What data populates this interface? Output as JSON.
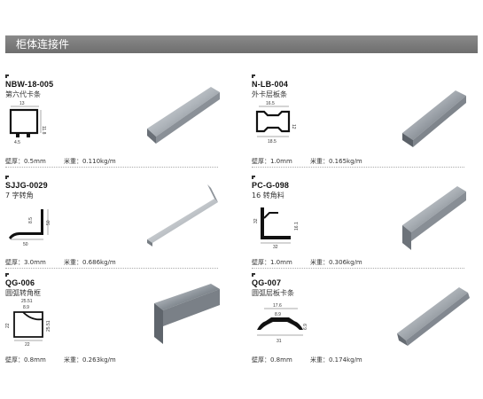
{
  "header": {
    "title": "柜体连接件"
  },
  "products": [
    {
      "code": "NBW-18-005",
      "name": "第六代卡条",
      "wall_label": "壁厚：",
      "wall_value": "0.5mm",
      "weight_label": "米重：",
      "weight_value": "0.110kg/m",
      "dims": [
        "13",
        "11.8",
        "4.5"
      ]
    },
    {
      "code": "N-LB-004",
      "name": "外卡层板条",
      "wall_label": "壁厚：",
      "wall_value": "1.0mm",
      "weight_label": "米重：",
      "weight_value": "0.165kg/m",
      "dims": [
        "16.5",
        "12",
        "18.5"
      ]
    },
    {
      "code": "SJJG-0029",
      "name": "7 字转角",
      "wall_label": "壁厚：",
      "wall_value": "3.0mm",
      "weight_label": "米重：",
      "weight_value": "0.686kg/m",
      "dims": [
        "8.5",
        "50",
        "50"
      ]
    },
    {
      "code": "PC-G-098",
      "name": "16 转角料",
      "wall_label": "壁厚：",
      "wall_value": "1.0mm",
      "weight_label": "米重：",
      "weight_value": "0.306kg/m",
      "dims": [
        "32",
        "16.1",
        "32"
      ]
    },
    {
      "code": "QG-006",
      "name": "圆弧转角框",
      "wall_label": "壁厚：",
      "wall_value": "0.8mm",
      "weight_label": "米重：",
      "weight_value": "0.263kg/m",
      "dims": [
        "25.51",
        "8.9",
        "22",
        "25.51",
        "22"
      ]
    },
    {
      "code": "QG-007",
      "name": "圆弧层板卡条",
      "wall_label": "壁厚：",
      "wall_value": "0.8mm",
      "weight_label": "米重：",
      "weight_value": "0.174kg/m",
      "dims": [
        "17.6",
        "8.9",
        "6.9",
        "31"
      ]
    }
  ]
}
